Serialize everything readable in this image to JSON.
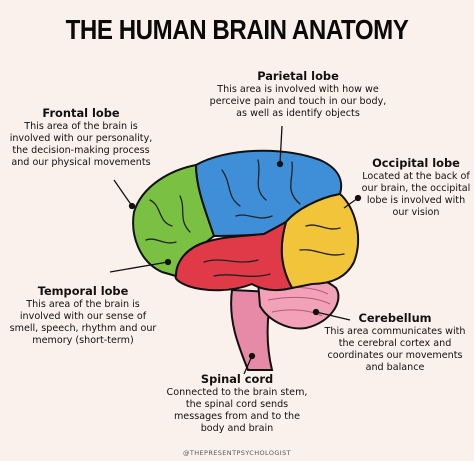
{
  "title": "THE HUMAN BRAIN ANATOMY",
  "labels": {
    "frontal": {
      "name": "Frontal lobe",
      "description": "This area of the brain is involved with our personality, the decision-making process and our physical movements"
    },
    "parietal": {
      "name": "Parietal lobe",
      "description": "This area is involved with how we perceive pain and touch in our body, as well as identify objects"
    },
    "occipital": {
      "name": "Occipital lobe",
      "description": "Located at the back of our brain, the occipital lobe is involved with our vision"
    },
    "temporal": {
      "name": "Temporal lobe",
      "description": "This area of the brain is involved with our sense of smell, speech, rhythm and our memory (short-term)"
    },
    "cerebellum": {
      "name": "Cerebellum",
      "description": "This area communicates with the cerebral cortex and coordinates our movements and balance"
    },
    "spinal": {
      "name": "Spinal cord",
      "description": "Connected to the brain stem, the spinal cord sends messages from and to the body and brain"
    }
  },
  "credit": "@THEPRESENTPSYCHOLOGIST",
  "colors": {
    "background": "#fbf1ec",
    "frontal": "#7ac143",
    "parietal": "#3f8fd8",
    "occipital": "#f2c43a",
    "temporal": "#e03a48",
    "cerebellum": "#f2a2b8",
    "brainstem": "#e68aa8",
    "outline": "#111111"
  }
}
